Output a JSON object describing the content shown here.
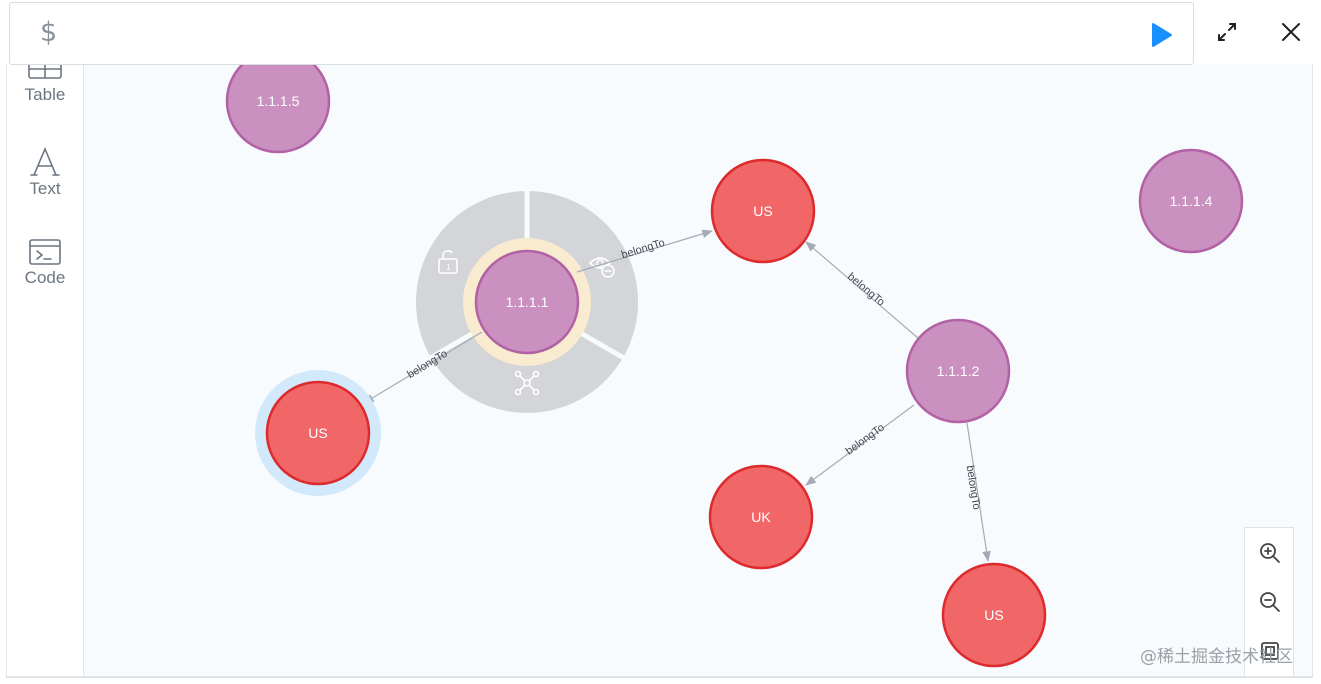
{
  "query": {
    "prompt": "$",
    "value": ""
  },
  "sidebar": {
    "items": [
      {
        "label": "Table",
        "icon": "table-icon"
      },
      {
        "label": "Text",
        "icon": "text-icon"
      },
      {
        "label": "Code",
        "icon": "code-icon"
      }
    ]
  },
  "graph": {
    "nodes": [
      {
        "id": "n1115",
        "label": "1.1.1.5",
        "kind": "ip"
      },
      {
        "id": "n1111",
        "label": "1.1.1.1",
        "kind": "ip",
        "selected": true
      },
      {
        "id": "us1",
        "label": "US",
        "kind": "country"
      },
      {
        "id": "us2",
        "label": "US",
        "kind": "country",
        "highlighted": true
      },
      {
        "id": "n1114",
        "label": "1.1.1.4",
        "kind": "ip"
      },
      {
        "id": "n1112",
        "label": "1.1.1.2",
        "kind": "ip"
      },
      {
        "id": "uk",
        "label": "UK",
        "kind": "country"
      },
      {
        "id": "us3",
        "label": "US",
        "kind": "country"
      }
    ],
    "edges": [
      {
        "from": "n1111",
        "to": "us1",
        "label": "belongTo"
      },
      {
        "from": "n1111",
        "to": "us2",
        "label": "belongTo"
      },
      {
        "from": "n1112",
        "to": "us1",
        "label": "belongTo"
      },
      {
        "from": "n1112",
        "to": "uk",
        "label": "belongTo"
      },
      {
        "from": "n1112",
        "to": "us3",
        "label": "belongTo"
      }
    ],
    "radial_menu": [
      "unlock-icon",
      "hide-icon",
      "expand-icon"
    ]
  },
  "colors": {
    "ip_fill": "#c990c0",
    "ip_stroke": "#b261a5",
    "country_fill": "#f16667",
    "country_stroke": "#dc2a2d",
    "accent": "#1890ff",
    "edge": "#a5abb6",
    "menu_ring": "#d3d5d9",
    "selection_ring": "#f9ebcf",
    "highlight_halo": "#d2e9fc"
  },
  "watermark": "@稀土掘金技术社区"
}
